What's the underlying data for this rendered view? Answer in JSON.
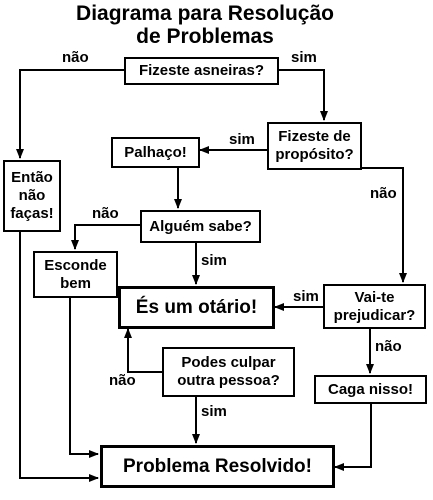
{
  "title": {
    "line1": "Diagrama para Resolução",
    "line2": "de Problemas"
  },
  "nodes": {
    "asneiras": "Fizeste asneiras?",
    "proposito": "Fizeste de propósito?",
    "palhaco": "Palhaço!",
    "nao_facas": "Então não faças!",
    "alguem_sabe": "Alguém sabe?",
    "esconde": "Esconde bem",
    "otario": "És um otário!",
    "prejudicar": "Vai-te prejudicar?",
    "culpar": "Podes culpar outra pessoa?",
    "caga": "Caga nisso!",
    "resolvido": "Problema Resolvido!"
  },
  "labels": {
    "nao": "não",
    "sim": "sim"
  }
}
